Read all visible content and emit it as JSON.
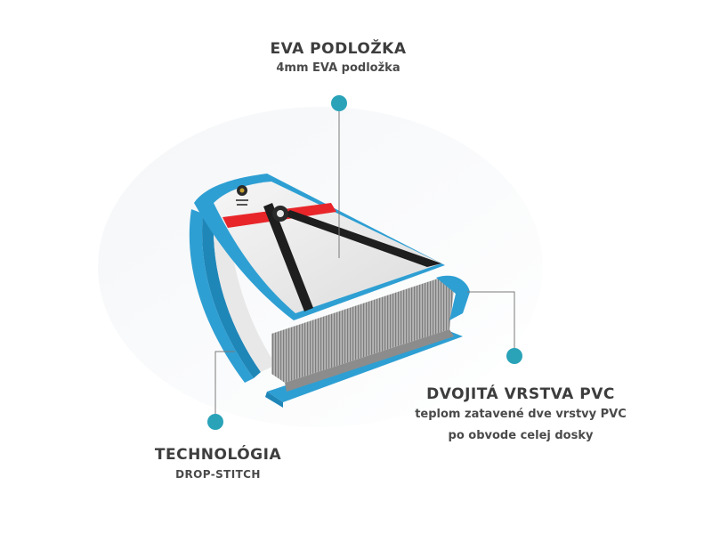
{
  "labels": {
    "eva": {
      "title": "EVA PODLOŽKA",
      "subtitle": "4mm EVA podložka"
    },
    "pvc": {
      "title": "DVOJITÁ VRSTVA PVC",
      "line1": "teplom zatavené dve vrstvy PVC",
      "line2": "po obvode celej dosky"
    },
    "dropstitch": {
      "title": "TECHNOLÓGIA",
      "subtitle": "DROP-STITCH"
    }
  },
  "colors": {
    "accent_dot": "#2aa3b8",
    "board_blue": "#2e9fd3",
    "board_blue_dark": "#1f86b8",
    "stripe_red": "#e8262a",
    "deck_grey": "#ececec",
    "core_grey": "#9a9a9a",
    "text": "#3d3d3d"
  }
}
